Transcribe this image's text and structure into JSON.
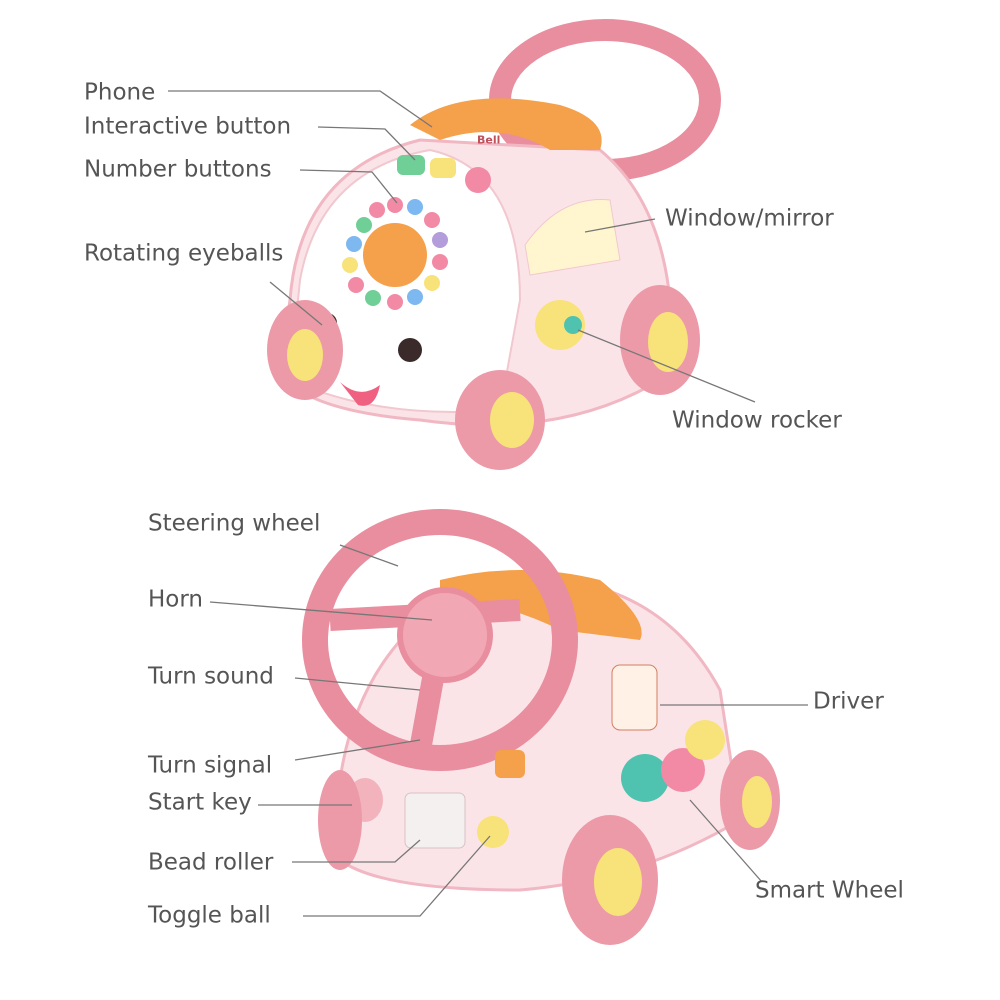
{
  "top_toy": {
    "phone_brand": "Bell",
    "labels": {
      "phone": "Phone",
      "interactive_button": "Interactive button",
      "number_buttons": "Number buttons",
      "rotating_eyeballs": "Rotating eyeballs",
      "window_mirror": "Window/mirror",
      "window_rocker": "Window rocker"
    }
  },
  "bottom_toy": {
    "labels": {
      "steering_wheel": "Steering wheel",
      "horn": "Horn",
      "turn_sound": "Turn sound",
      "turn_signal": "Turn signal",
      "start_key": "Start key",
      "bead_roller": "Bead roller",
      "toggle_ball": "Toggle ball",
      "driver": "Driver",
      "smart_wheel": "Smart Wheel"
    }
  },
  "colors": {
    "pink": "#ec9aa8",
    "light_pink": "#f7cfd6",
    "yellow": "#f8e27a",
    "orange": "#f5a04a",
    "text": "#555555",
    "line": "#777777"
  }
}
